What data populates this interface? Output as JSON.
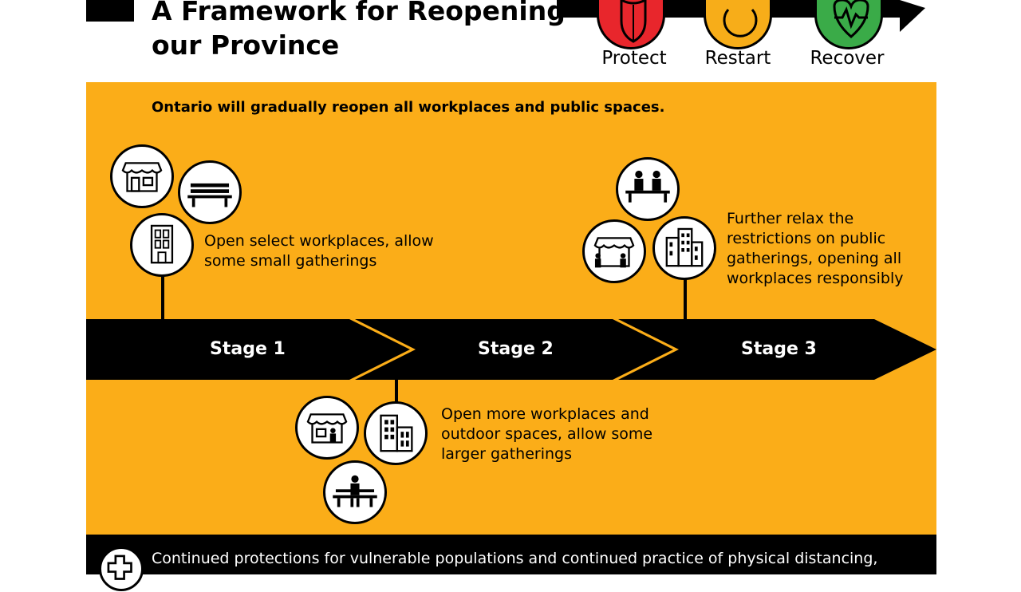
{
  "header": {
    "title_line1": "A Framework for Reopening",
    "title_line2": "our Province",
    "phases": [
      {
        "label": "Protect",
        "color": "#e8262c"
      },
      {
        "label": "Restart",
        "color": "#f7ad19"
      },
      {
        "label": "Recover",
        "color": "#3aab48"
      }
    ]
  },
  "panel": {
    "intro": "Ontario will gradually reopen all workplaces and public spaces.",
    "background_color": "#fbad18"
  },
  "stages": [
    {
      "label": "Stage 1",
      "description": "Open select workplaces, allow some small gatherings",
      "icons": [
        "storefront-icon",
        "park-bench-icon",
        "office-building-icon"
      ]
    },
    {
      "label": "Stage 2",
      "description": "Open more workplaces and outdoor spaces, allow some larger gatherings",
      "icons": [
        "storefront-person-icon",
        "office-buildings-icon",
        "person-on-bench-icon"
      ]
    },
    {
      "label": "Stage 3",
      "description": "Further relax the restrictions on public gatherings, opening all workplaces responsibly",
      "icons": [
        "people-on-bench-icon",
        "storefront-people-icon",
        "city-buildings-icon"
      ]
    }
  ],
  "footer": {
    "text": "Continued protections for vulnerable populations and continued practice of physical distancing,"
  }
}
